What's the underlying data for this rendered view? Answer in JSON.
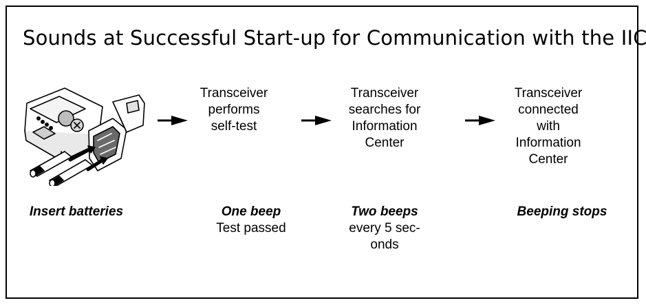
{
  "title": "Sounds at Successful Start-up for Communication with the IIC",
  "steps": [
    {
      "lines": [
        "Transceiver",
        "performs",
        "self-test"
      ]
    },
    {
      "lines": [
        "Transceiver",
        "searches for",
        "Information",
        "Center"
      ]
    },
    {
      "lines": [
        "Transceiver",
        "connected",
        "with",
        "Information",
        "Center"
      ]
    }
  ],
  "captions": [
    {
      "bold": "Insert batteries",
      "lines": []
    },
    {
      "bold": "One beep",
      "lines": [
        "Test passed"
      ]
    },
    {
      "bold": "Two beeps",
      "lines": [
        "every 5 sec-",
        "onds"
      ]
    },
    {
      "bold": "Beeping stops",
      "lines": []
    }
  ],
  "device_icon": "transceiver-with-batteries-icon",
  "arrow_icon": "right-arrow-icon"
}
